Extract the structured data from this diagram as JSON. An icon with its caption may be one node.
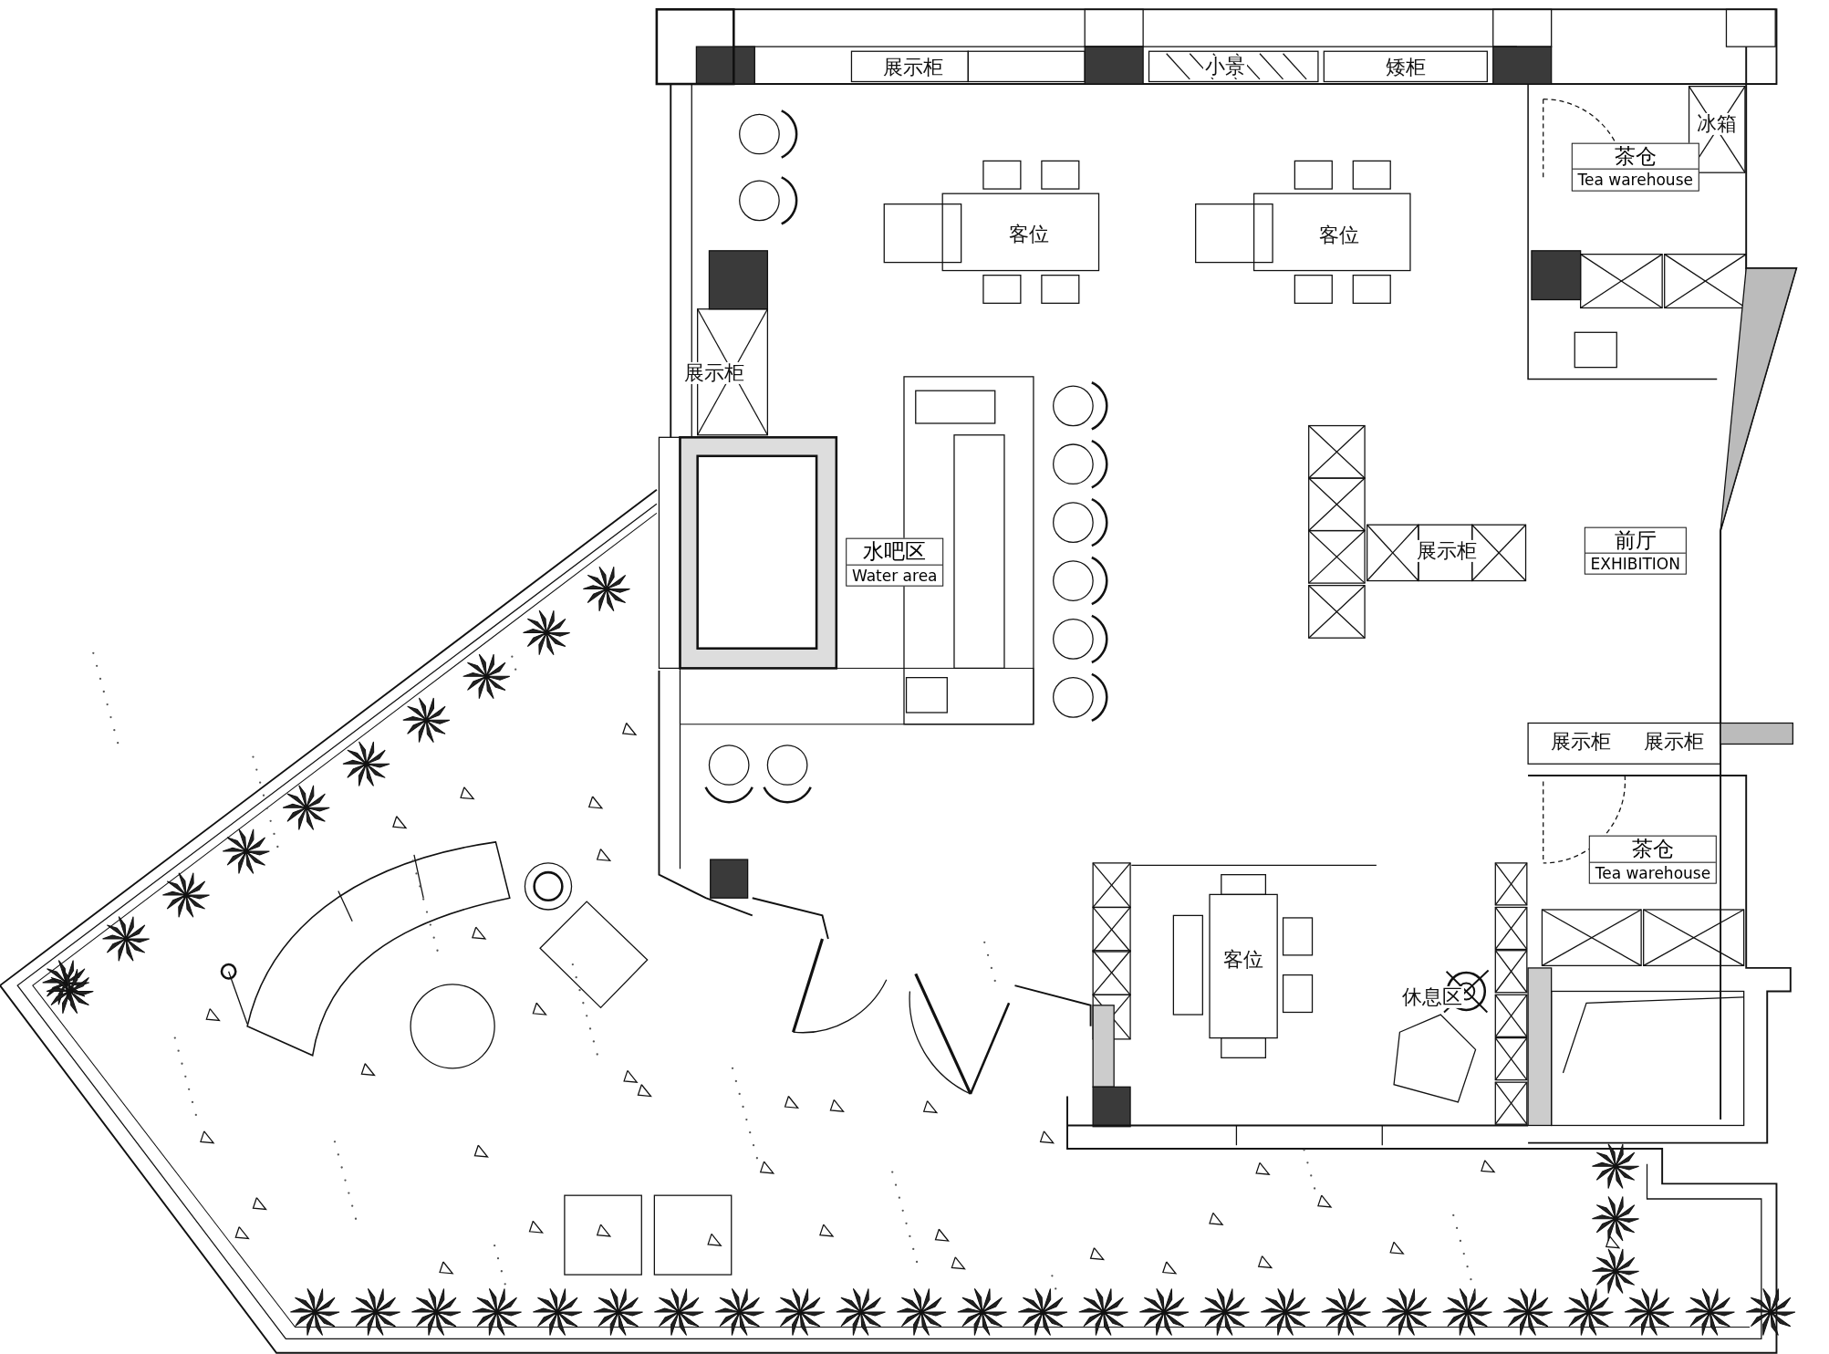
{
  "diagram": {
    "nodes": [
      {
        "text": [
          "茶仓",
          "Tea warehouse"
        ]
      },
      {
        "text": [
          "水吧区",
          "Water area"
        ]
      },
      {
        "text": [
          "前厅",
          "EXHIBITION"
        ]
      },
      {
        "text": [
          "茶仓",
          "Tea warehouse"
        ]
      }
    ],
    "labels": [
      "展示柜",
      "小景",
      "矮柜",
      "冰箱",
      "客位",
      "客位",
      "展示柜",
      "展示柜",
      "展示柜",
      "展示柜",
      "客位",
      "休息区"
    ]
  }
}
